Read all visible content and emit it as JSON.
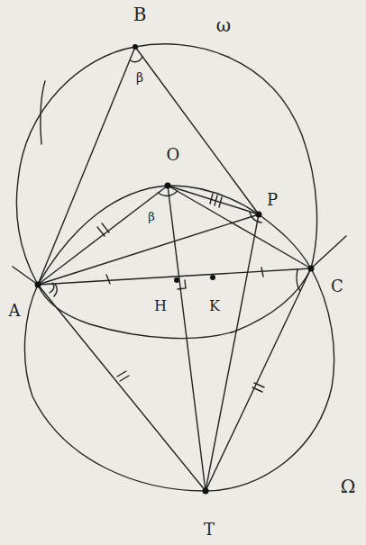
{
  "diagram": {
    "labels": [
      "B",
      "β",
      "ω",
      "O",
      "P",
      "A",
      "H",
      "K",
      "C",
      "Ω",
      "T",
      "β"
    ]
  }
}
